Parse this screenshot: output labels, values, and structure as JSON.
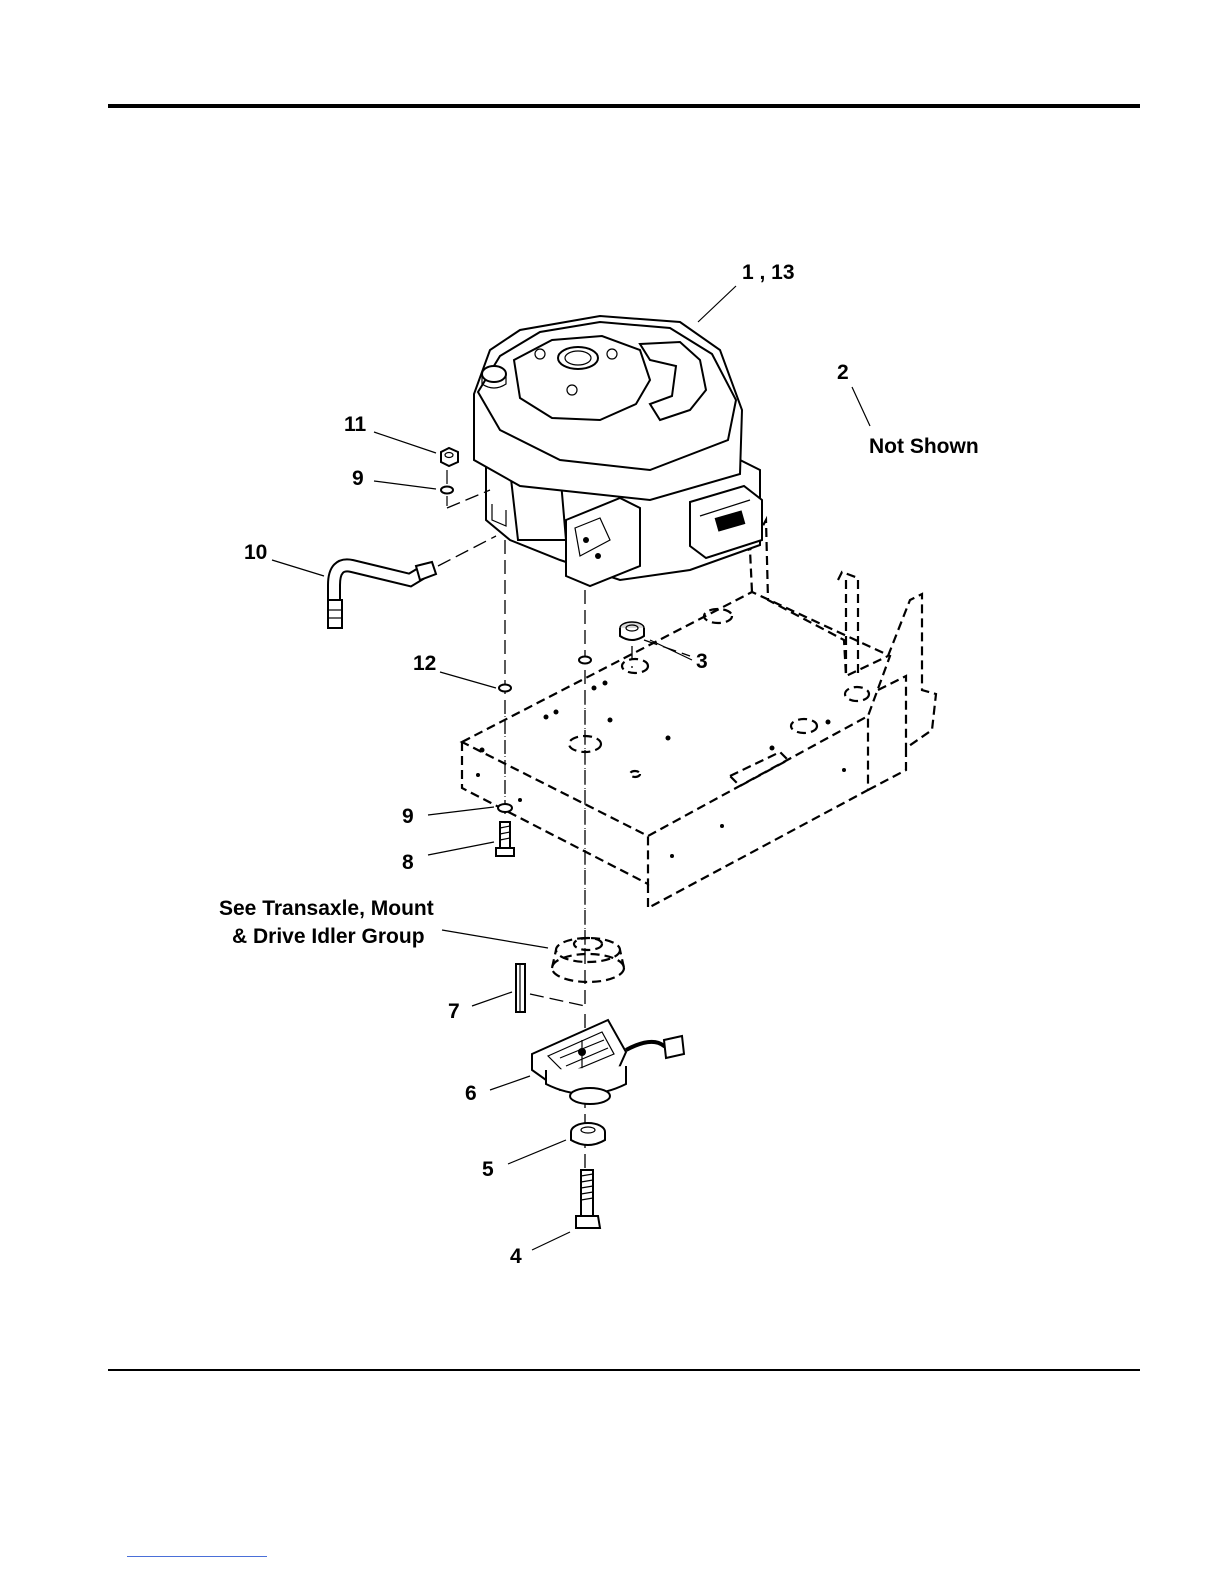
{
  "callouts": {
    "c1": "1 , 13",
    "c2": "2",
    "c2_note": "Not Shown",
    "c3": "3",
    "c4": "4",
    "c5": "5",
    "c6": "6",
    "c7": "7",
    "c8": "8",
    "c9_upper": "9",
    "c9_lower": "9",
    "c10": "10",
    "c11": "11",
    "c12": "12"
  },
  "reference": {
    "line1": "See Transaxle, Mount",
    "line2": "& Drive Idler Group"
  }
}
